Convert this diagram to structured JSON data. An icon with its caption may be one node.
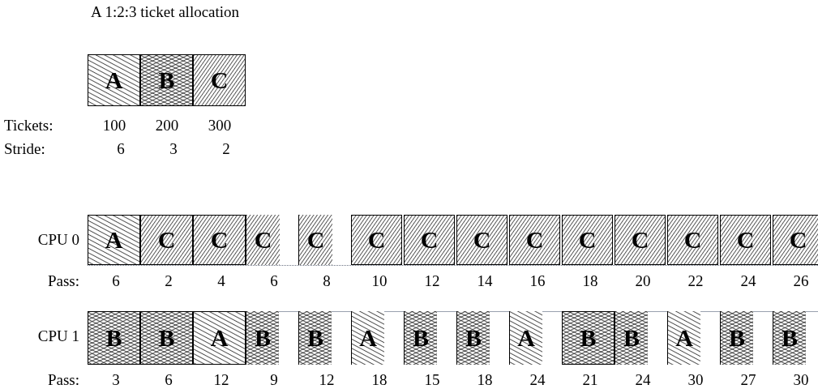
{
  "diagram": {
    "title": "A 1:2:3 ticket allocation",
    "nodes": [
      {
        "text": [
          "A"
        ]
      },
      {
        "text": [
          "B"
        ]
      },
      {
        "text": [
          "C"
        ]
      },
      {
        "text": [
          "A"
        ]
      },
      {
        "text": [
          "C"
        ]
      },
      {
        "text": [
          "C"
        ]
      },
      {
        "text": [
          "C"
        ]
      },
      {
        "text": [
          "C"
        ]
      },
      {
        "text": [
          "C"
        ]
      },
      {
        "text": [
          "C"
        ]
      },
      {
        "text": [
          "C"
        ]
      },
      {
        "text": [
          "C"
        ]
      },
      {
        "text": [
          "C"
        ]
      },
      {
        "text": [
          "C"
        ]
      },
      {
        "text": [
          "C"
        ]
      },
      {
        "text": [
          "C"
        ]
      },
      {
        "text": [
          "C"
        ]
      },
      {
        "text": [
          "B"
        ]
      },
      {
        "text": [
          "B"
        ]
      },
      {
        "text": [
          "A"
        ]
      },
      {
        "text": [
          "B"
        ]
      },
      {
        "text": [
          "B"
        ]
      },
      {
        "text": [
          "A"
        ]
      },
      {
        "text": [
          "B"
        ]
      },
      {
        "text": [
          "B"
        ]
      },
      {
        "text": [
          "A"
        ]
      },
      {
        "text": [
          "B"
        ]
      },
      {
        "text": [
          "B"
        ]
      },
      {
        "text": [
          "A"
        ]
      },
      {
        "text": [
          "B"
        ]
      },
      {
        "text": [
          "B"
        ]
      }
    ],
    "edges": [],
    "labels": [
      "Tickets:",
      "100",
      "200",
      "300",
      "Stride:",
      "6",
      "3",
      "2",
      "CPU 0",
      "Pass:",
      "6",
      "2",
      "4",
      "6",
      "8",
      "10",
      "12",
      "14",
      "16",
      "18",
      "20",
      "22",
      "24",
      "26",
      "CPU 1",
      "Pass:",
      "3",
      "6",
      "12",
      "9",
      "12",
      "18",
      "15",
      "18",
      "24",
      "21",
      "24",
      "30",
      "27",
      "30"
    ]
  }
}
